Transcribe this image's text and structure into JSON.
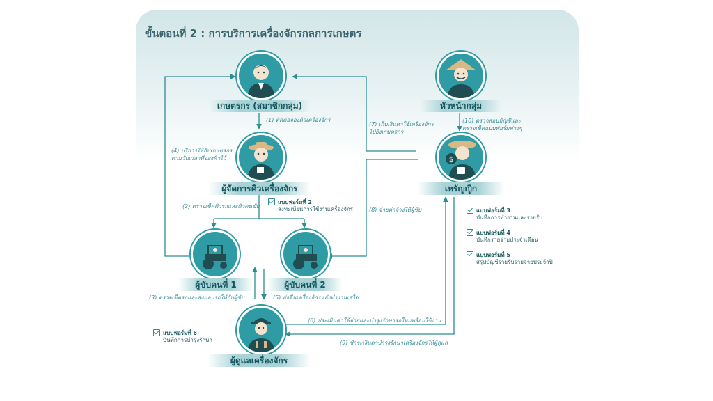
{
  "title": {
    "step": "ขั้นตอนที่ 2",
    "sep": " : ",
    "text": "การบริการเครื่องจักรกลการเกษตร"
  },
  "nodes": {
    "farmer": "เกษตรกร (สมาชิกกลุ่ม)",
    "group_head": "หัวหน้ากลุ่ม",
    "queue_manager": "ผู้จัดการคิวเครื่องจักร",
    "treasurer": "เหรัญญิก",
    "driver1": "ผู้ขับคนที่ 1",
    "driver2": "ผู้ขับคนที่ 2",
    "maintainer": "ผู้ดูแลเครื่องจักร"
  },
  "steps": {
    "s1": "(1) ติดต่อจองคิวเครื่องจักร",
    "s2": "(2) ตรวจเช็คคิวรถและคิวคนขับ",
    "s3": "(3) ตรวจเช็ครถและส่งมอบรถให้กับผู้ขับ",
    "s4_line1": "(4) บริการให้กับเกษตรกร",
    "s4_line2": "ตามวันเวลาที่จองคิวไว้",
    "s5": "(5) ส่งคืนเครื่องจักรหลังทำงานเสร็จ",
    "s6": "(6) ประเมินค่าใช้จ่ายและบำรุงรักษารถใหม่พร้อมใช้งาน",
    "s7_line1": "(7) เก็บเงินค่าใช้เครื่องจักร",
    "s7_line2": "ไปยังเกษตรกร",
    "s8": "(8) จ่ายค่าจ้างให้ผู้ขับ",
    "s9": "(9) ชำระเงินค่าบำรุงรักษาเครื่องจักรให้ผู้ดูแล",
    "s10_line1": "(10) ตรวจสอบบัญชีและ",
    "s10_line2": "ตรวจเช็คแบบฟอร์มต่างๆ"
  },
  "forms": [
    {
      "name": "แบบฟอร์มที่ 2",
      "desc": "ลงทะเบียนการใช้งานเครื่องจักร"
    },
    {
      "name": "แบบฟอร์มที่ 3",
      "desc": "บันทึกการทำงานและรายรับ"
    },
    {
      "name": "แบบฟอร์มที่ 4",
      "desc": "บันทึกรายจ่ายประจำเดือน"
    },
    {
      "name": "แบบฟอร์มที่ 5",
      "desc": "สรุปบัญชีรายรับรายจ่ายประจำปี"
    },
    {
      "name": "แบบฟอร์มที่ 6",
      "desc": "บันทึกการบำรุงรักษา"
    }
  ],
  "colors": {
    "teal": "#2e9ba5",
    "dark_teal": "#14565e",
    "arrow": "#2e8c95",
    "note": "#3a8f98"
  }
}
